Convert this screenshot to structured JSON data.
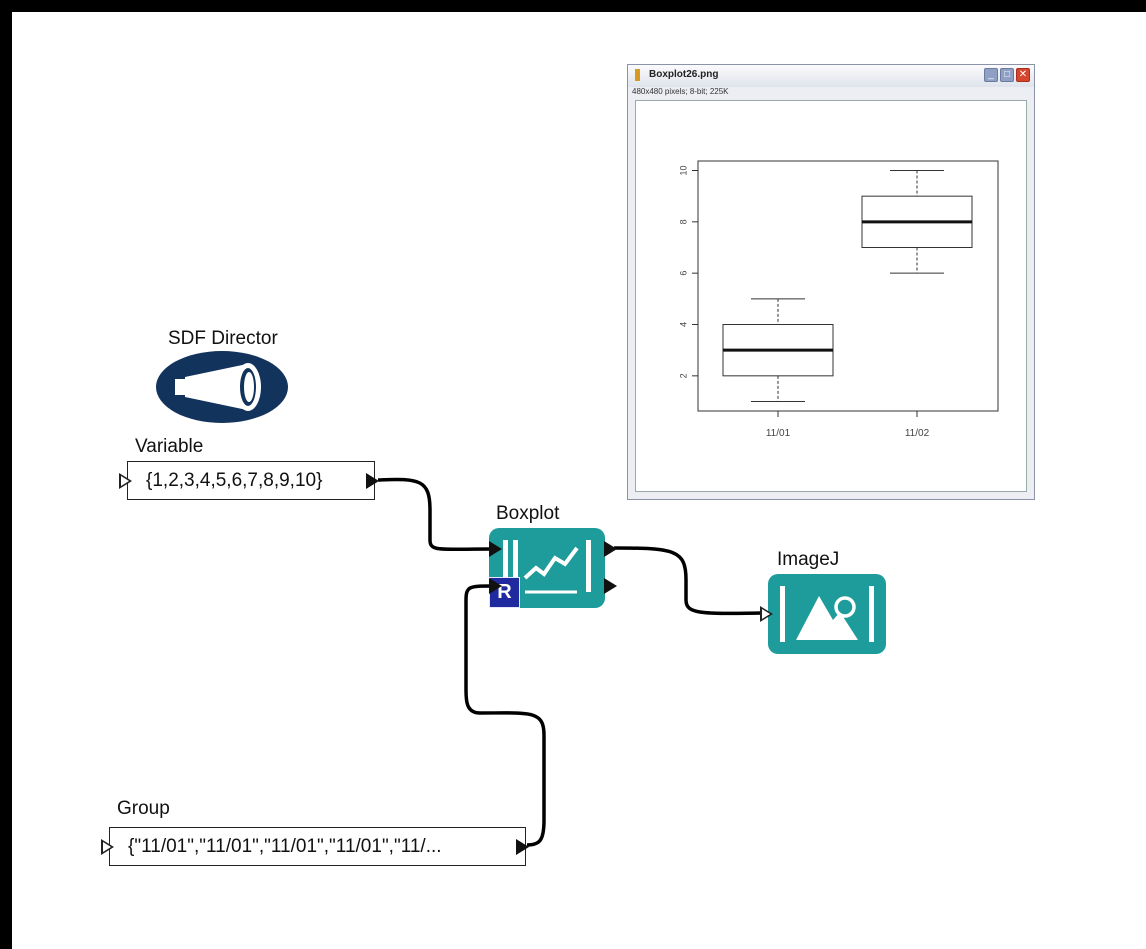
{
  "director": {
    "label": "SDF Director",
    "icon": "megaphone-icon"
  },
  "variable": {
    "label": "Variable",
    "value": "{1,2,3,4,5,6,7,8,9,10}"
  },
  "group": {
    "label": "Group",
    "value": "{\"11/01\",\"11/01\",\"11/01\",\"11/01\",\"11/..."
  },
  "boxplot_actor": {
    "label": "Boxplot",
    "badge": "R",
    "icon": "line-chart-icon"
  },
  "imagej_actor": {
    "label": "ImageJ",
    "icon": "image-icon"
  },
  "image_window": {
    "title": "Boxplot26.png",
    "info": "480x480 pixels; 8-bit; 225K"
  },
  "colors": {
    "actor_teal": "#1e9c9c",
    "director_navy": "#12335c",
    "badge_blue": "#1f2a9e"
  },
  "chart_data": {
    "type": "boxplot",
    "categories": [
      "11/01",
      "11/02"
    ],
    "series": [
      {
        "category": "11/01",
        "min": 1,
        "q1": 2,
        "median": 3,
        "q3": 4,
        "max": 5
      },
      {
        "category": "11/02",
        "min": 6,
        "q1": 7,
        "median": 8,
        "q3": 9,
        "max": 10
      }
    ],
    "yticks": [
      "2",
      "4",
      "6",
      "8",
      "10"
    ],
    "ylim": [
      1,
      10
    ]
  }
}
